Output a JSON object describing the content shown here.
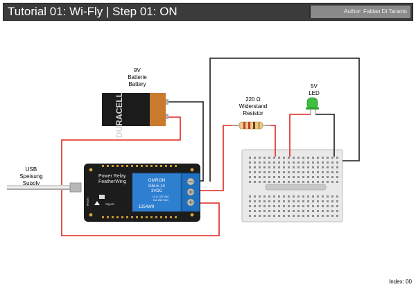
{
  "header": {
    "title": "Tutorial 01: Wi-Fly | Step 01: ON",
    "author": "Author: Fabian Di Taranto"
  },
  "labels": {
    "battery": [
      "9V",
      "Batterie",
      "Battery"
    ],
    "battery_brand": "DURACELL",
    "resistor": [
      "220 Ω",
      "Widerstand",
      "Resistor"
    ],
    "led": [
      "5V",
      "LED"
    ],
    "usb": [
      "USB",
      "Speisung",
      "Supply"
    ]
  },
  "board": {
    "title_line1": "Power Relay",
    "title_line2": "FeatherWing",
    "relay_line1": "OMRON",
    "relay_line2": "G5LE-14",
    "relay_line3": "3VDC",
    "relay_line4": "10 A 120 VAC",
    "relay_line5": "5 A 250 VAC",
    "relay_code": "1254W9",
    "reset_label": "Reset",
    "signal_label": "Signal"
  },
  "footer": {
    "index": "Index: 00"
  },
  "colors": {
    "wire_red": "#e0241f",
    "wire_black": "#1a1a1a",
    "pcb": "#1c1c1c",
    "relay_blue": "#2f7fd1",
    "terminal_blue": "#1f6fbf",
    "led_green": "#3fbf3f",
    "breadboard": "#ececec"
  }
}
